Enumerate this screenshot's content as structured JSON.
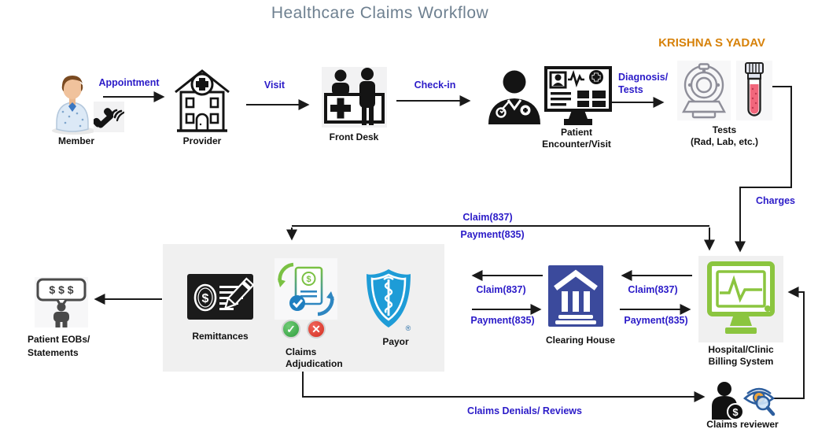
{
  "title": "Healthcare Claims Workflow",
  "watermark": "KRISHNA S YADAV",
  "colors": {
    "label_blue": "#2b1bc8",
    "title_gray": "#6e8090",
    "watermark_orange": "#d7820a",
    "panel_gray": "#f0f0f0",
    "billing_green": "#8bc53f",
    "clearinghouse_blue": "#3b4a9c",
    "payor_blue": "#1e9cd7",
    "arrow_black": "#1a1a1a"
  },
  "nodes": {
    "member": {
      "label": "Member"
    },
    "provider": {
      "label": "Provider"
    },
    "front_desk": {
      "label": "Front Desk"
    },
    "patient_encounter": {
      "line1": "Patient",
      "line2": "Encounter/Visit"
    },
    "tests": {
      "line1": "Tests",
      "line2": "(Rad, Lab, etc.)"
    },
    "remittances": {
      "label": "Remittances"
    },
    "claims_adjudication": {
      "line1": "Claims",
      "line2": "Adjudication"
    },
    "payor": {
      "label": "Payor"
    },
    "clearing_house": {
      "label": "Clearing House"
    },
    "billing_system": {
      "line1": "Hospital/Clinic",
      "line2": "Billing System"
    },
    "patient_eobs": {
      "line1": "Patient EOBs/",
      "line2": "Statements"
    },
    "claims_reviewer": {
      "label": "Claims reviewer"
    }
  },
  "edges": {
    "appointment": "Appointment",
    "visit": "Visit",
    "check_in": "Check-in",
    "diagnosis_line1": "Diagnosis/",
    "diagnosis_line2": "Tests",
    "charges": "Charges",
    "claim_main": "Claim(837)",
    "payment_main": "Payment(835)",
    "claim_payor_ch": "Claim(837)",
    "payment_payor_ch": "Payment(835)",
    "claim_ch_billing": "Claim(837)",
    "payment_ch_billing": "Payment(835)",
    "claims_denials": "Claims Denials/ Reviews"
  },
  "icon_glyphs": {
    "dollar": "$",
    "triple_dollar": "$ $ $",
    "registered": "®",
    "check": "✓",
    "cross": "✕"
  }
}
